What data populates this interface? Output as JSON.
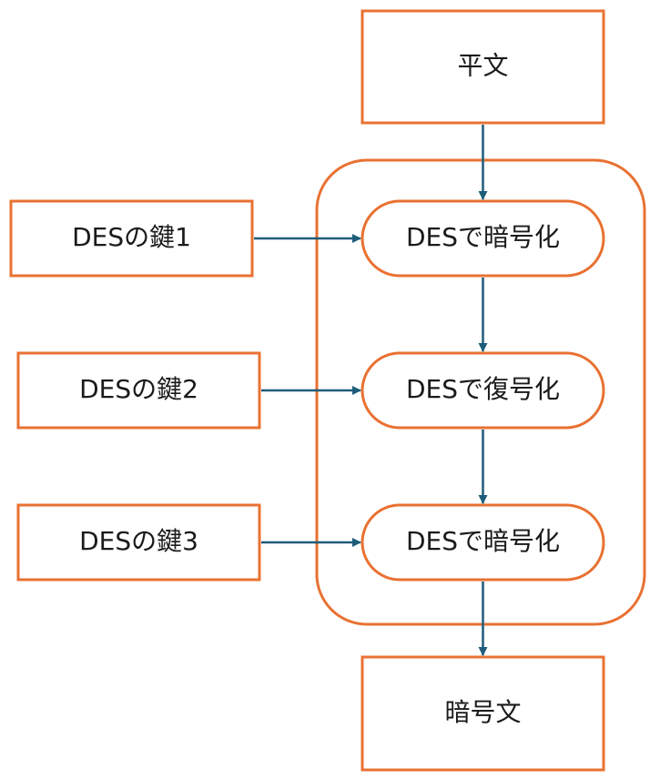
{
  "colors": {
    "box_border": "#E97132",
    "arrow": "#1F5C7A",
    "text": "#1a1a1a",
    "background": "#ffffff"
  },
  "nodes": {
    "plaintext": "平文",
    "ciphertext": "暗号文",
    "key1": "DESの鍵1",
    "key2": "DESの鍵2",
    "key3": "DESの鍵3",
    "step1": "DESで暗号化",
    "step2": "DESで復号化",
    "step3": "DESで暗号化"
  }
}
